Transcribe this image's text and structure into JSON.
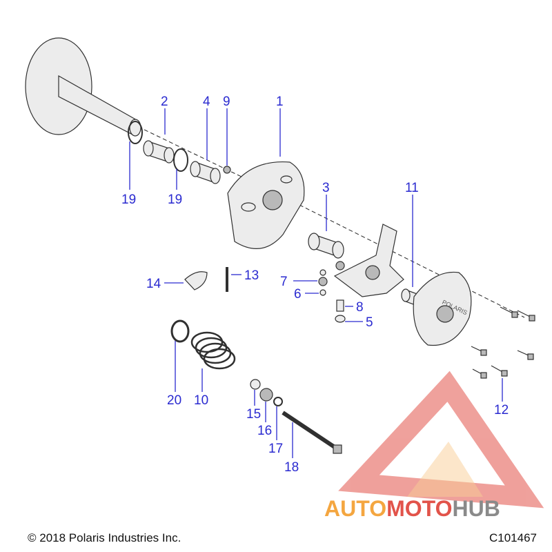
{
  "diagram": {
    "callouts": [
      {
        "id": "c1",
        "label": "1"
      },
      {
        "id": "c2",
        "label": "2"
      },
      {
        "id": "c3",
        "label": "3"
      },
      {
        "id": "c4",
        "label": "4"
      },
      {
        "id": "c5",
        "label": "5"
      },
      {
        "id": "c6",
        "label": "6"
      },
      {
        "id": "c7",
        "label": "7"
      },
      {
        "id": "c8",
        "label": "8"
      },
      {
        "id": "c9",
        "label": "9"
      },
      {
        "id": "c10",
        "label": "10"
      },
      {
        "id": "c11",
        "label": "11"
      },
      {
        "id": "c12",
        "label": "12"
      },
      {
        "id": "c13",
        "label": "13"
      },
      {
        "id": "c14",
        "label": "14"
      },
      {
        "id": "c15",
        "label": "15"
      },
      {
        "id": "c16",
        "label": "16"
      },
      {
        "id": "c17",
        "label": "17"
      },
      {
        "id": "c18",
        "label": "18"
      },
      {
        "id": "c19a",
        "label": "19"
      },
      {
        "id": "c19b",
        "label": "19"
      },
      {
        "id": "c20",
        "label": "20"
      }
    ],
    "emblem_text": "POLARIS",
    "callout_color": "#2a2ad0"
  },
  "watermark": {
    "part1": "AUTO",
    "part2": "MOTO",
    "part3": "HUB",
    "color_primary": "#f4a640",
    "color_secondary": "#e2534a",
    "color_tertiary": "#8a8a8a"
  },
  "footer": {
    "copyright": "© 2018 Polaris Industries Inc.",
    "drawing_id": "C101467"
  }
}
